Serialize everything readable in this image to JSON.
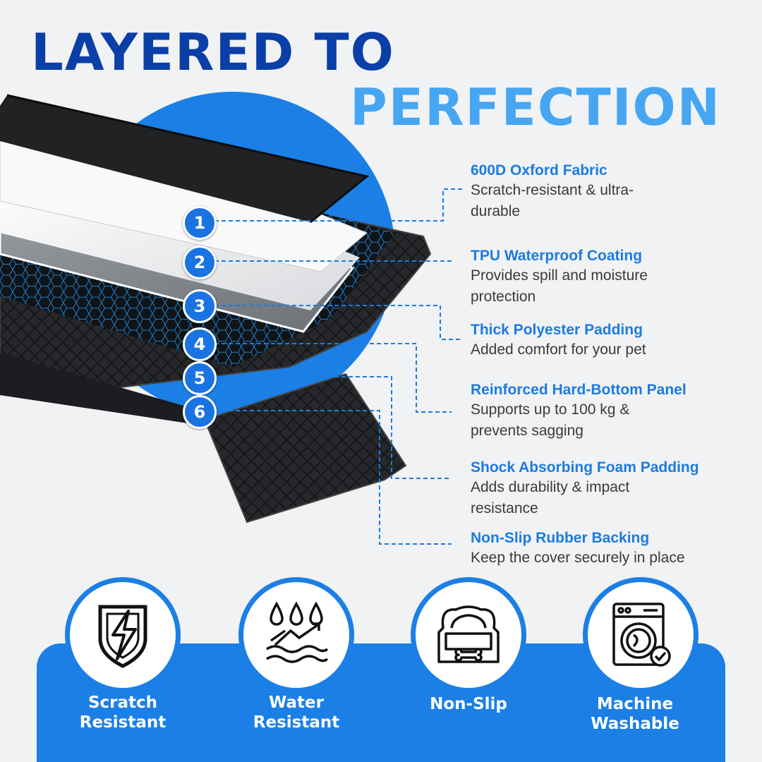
{
  "heading": {
    "line1": "LAYERED TO",
    "line2": "PERFECTION"
  },
  "layers": [
    {
      "number": "1",
      "title": "600D Oxford Fabric",
      "desc": "Scratch-resistant & ultra-durable"
    },
    {
      "number": "2",
      "title": "TPU Waterproof Coating",
      "desc": "Provides spill and moisture protection"
    },
    {
      "number": "3",
      "title": "Thick Polyester Padding",
      "desc": "Added comfort for your pet"
    },
    {
      "number": "4",
      "title": "Reinforced Hard-Bottom Panel",
      "desc": "Supports up to 100 kg & prevents sagging"
    },
    {
      "number": "5",
      "title": "Shock Absorbing Foam Padding",
      "desc": "Adds durability & impact resistance"
    },
    {
      "number": "6",
      "title": "Non-Slip Rubber Backing",
      "desc": "Keep the cover securely in place"
    }
  ],
  "features": [
    {
      "line1": "Scratch",
      "line2": "Resistant",
      "icon": "shield-lightning-icon"
    },
    {
      "line1": "Water",
      "line2": "Resistant",
      "icon": "water-drops-icon"
    },
    {
      "line1": "Non-Slip",
      "line2": "",
      "icon": "pet-bed-icon"
    },
    {
      "line1": "Machine",
      "line2": "Washable",
      "icon": "washing-machine-icon"
    }
  ],
  "colors": {
    "navy": "#0b3fa8",
    "light_blue": "#47a6f2",
    "accent": "#1c7be0",
    "banner": "#1b7fe6"
  }
}
